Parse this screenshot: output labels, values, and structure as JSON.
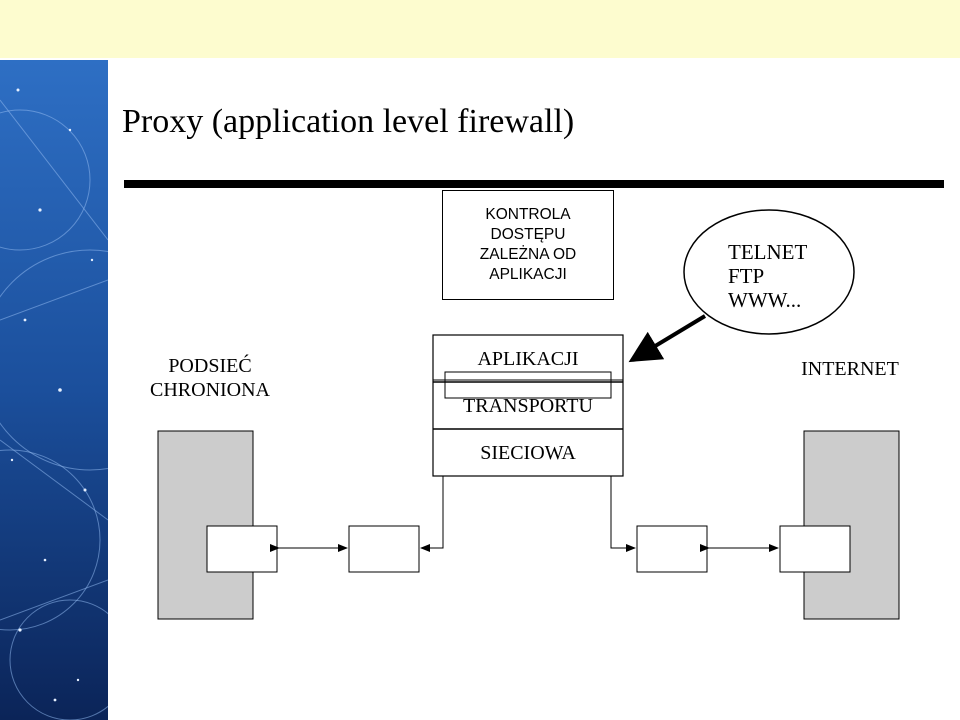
{
  "slide": {
    "title": "Proxy (application level firewall)",
    "colors": {
      "top_band": "#fdfccf",
      "host_fill": "#cccccc",
      "side_strip": "#1b4f9c"
    }
  },
  "control_box": {
    "lines": [
      "KONTROLA",
      "DOSTĘPU",
      "ZALEŻNA OD",
      "APLIKACJI"
    ]
  },
  "protocols": {
    "lines": [
      "TELNET",
      "FTP",
      "WWW..."
    ]
  },
  "protected_subnet": {
    "lines": [
      "PODSIEĆ",
      "CHRONIONA"
    ]
  },
  "internet": {
    "label": "INTERNET"
  },
  "proxy_layers": [
    "APLIKACJI",
    "TRANSPORTU",
    "SIECIOWA"
  ]
}
